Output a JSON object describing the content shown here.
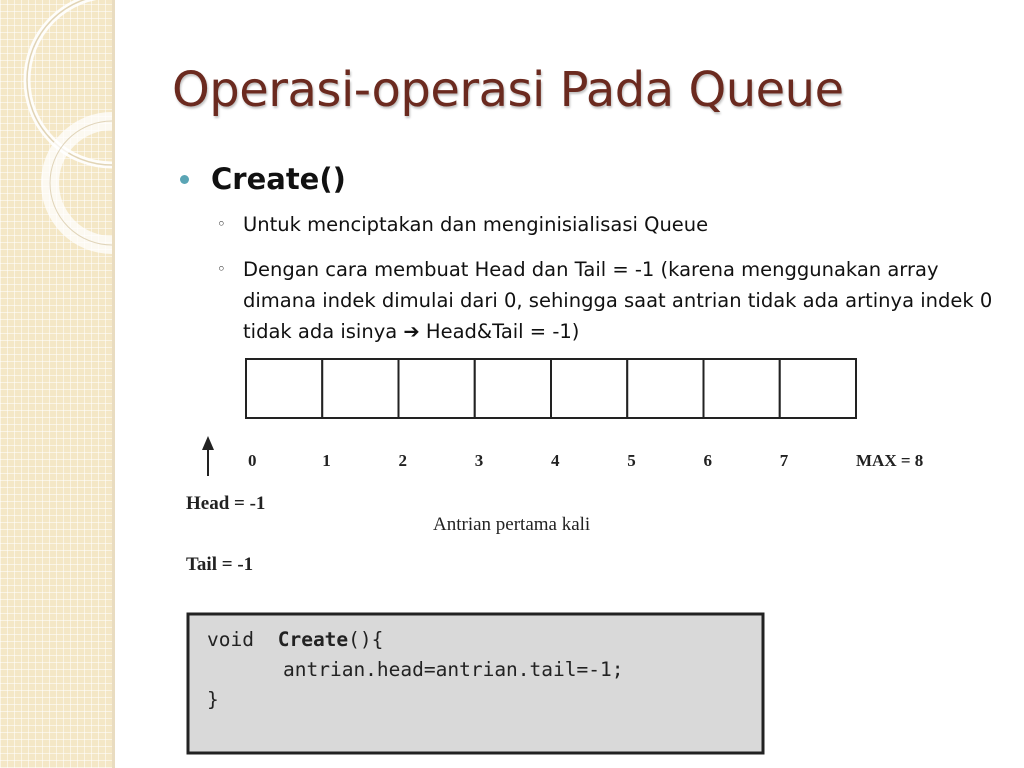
{
  "slide": {
    "title": "Operasi-operasi Pada Queue",
    "bullet": "Create()",
    "sub_items": [
      "Untuk menciptakan dan menginisialisasi Queue",
      "Dengan cara membuat Head dan Tail  = -1 (karena menggunakan array dimana indek dimulai dari 0, sehingga saat antrian tidak ada artinya indek 0 tidak ada isinya ➔ Head&Tail = -1)"
    ],
    "sub_marker": "◦"
  },
  "diagram": {
    "indices": [
      "0",
      "1",
      "2",
      "3",
      "4",
      "5",
      "6",
      "7"
    ],
    "max_label": "MAX = 8",
    "head_label": "Head = -1",
    "tail_label": "Tail = -1",
    "caption": "Antrian pertama kali"
  },
  "code": {
    "keyword": "void",
    "function_name": "Create",
    "signature_rest": "(){",
    "body": "antrian.head=antrian.tail=-1;",
    "closing": "}"
  },
  "colors": {
    "title": "#6b2a1f",
    "bullet": "#5aa5b5",
    "side_panel": "#f4e7c6",
    "code_bg": "#d9d9d9"
  },
  "icons": {
    "arrow_icon": "up-arrow-icon",
    "bullet_icon": "bullet-dot-icon",
    "sub_marker_icon": "hollow-circle-icon"
  }
}
